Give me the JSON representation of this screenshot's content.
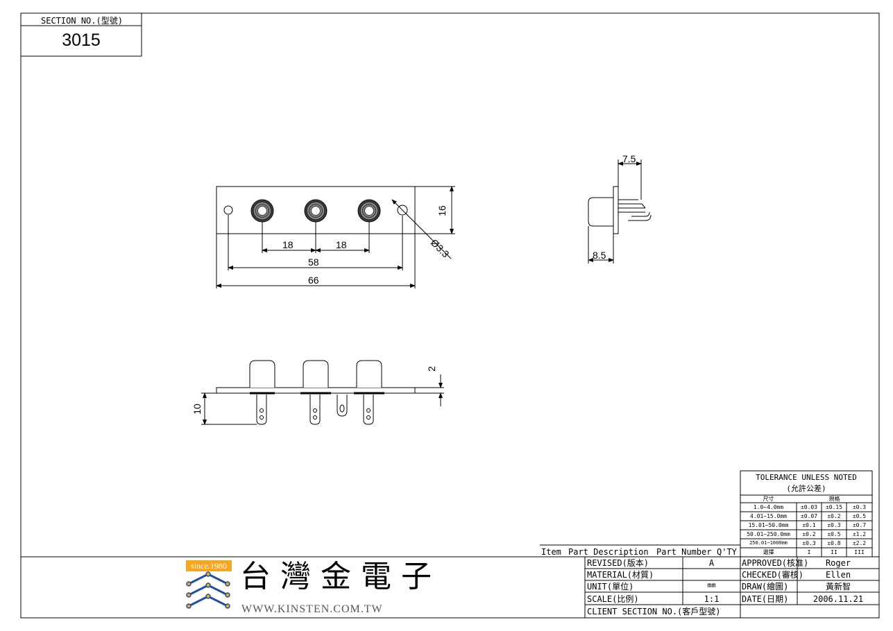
{
  "section": {
    "label": "SECTION NO.(型號)",
    "number": "3015"
  },
  "dimensions": {
    "pitch_a": "18",
    "pitch_b": "18",
    "hole_span": "58",
    "overall_width": "66",
    "height": "16",
    "hole_dia": "Ø3.3",
    "side_depth": "7.5",
    "side_body": "8.5",
    "flange": "2",
    "pin_length": "10"
  },
  "tolerance": {
    "title": "TOLERANCE UNLESS NOTED",
    "subtitle": "(允許公差)",
    "col_size": "尺寸",
    "col_spec": "規格",
    "rows": [
      [
        "1.0~4.0mm",
        "±0.03",
        "±0.15",
        "±0.3"
      ],
      [
        "4.01~15.0mm",
        "±0.07",
        "±0.2",
        "±0.5"
      ],
      [
        "15.01~50.0mm",
        "±0.1",
        "±0.3",
        "±0.7"
      ],
      [
        "50.01~250.0mm",
        "±0.2",
        "±0.5",
        "±1.2"
      ],
      [
        "250.01~1000mm",
        "±0.3",
        "±0.8",
        "±2.2"
      ]
    ],
    "grade_label": "選擇",
    "grades": [
      "I",
      "II",
      "III"
    ]
  },
  "bom_header": {
    "item": "Item",
    "desc": "Part Description",
    "part": "Part Number",
    "qty": "Q'TY"
  },
  "title_block": {
    "revised_label": "REVISED(版本)",
    "revised_value": "A",
    "material_label": "MATERIAL(材質)",
    "material_value": "",
    "unit_label": "UNIT(單位)",
    "unit_value": "mm",
    "scale_label": "SCALE(比例)",
    "scale_value": "1:1",
    "client_label": "CLIENT SECTION NO.(客戶型號)",
    "client_value": "",
    "approved_label": "APPROVED(核准)",
    "approved_value": "Roger",
    "checked_label": "CHECKED(審核)",
    "checked_value": "Ellen",
    "draw_label": "DRAW(繪圖)",
    "draw_value": "黃新智",
    "date_label": "DATE(日期)",
    "date_value": "2006.11.21"
  },
  "company": {
    "since": "since.1980",
    "name": "台灣金電子",
    "url": "WWW.KINSTEN.COM.TW"
  }
}
